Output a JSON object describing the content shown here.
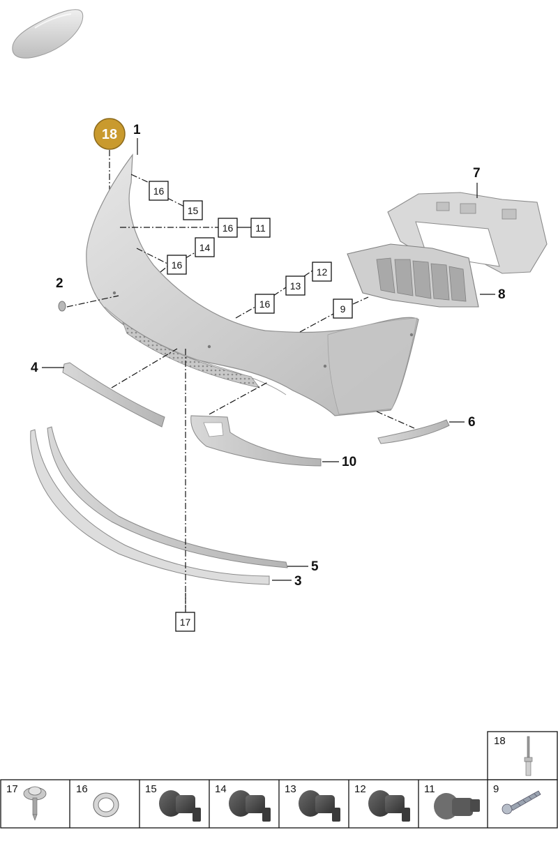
{
  "badge": {
    "label": "18",
    "color": "#c99a2e"
  },
  "callouts": [
    {
      "id": "callout-1",
      "label": "1"
    },
    {
      "id": "callout-2",
      "label": "2"
    },
    {
      "id": "callout-3",
      "label": "3"
    },
    {
      "id": "callout-4",
      "label": "4"
    },
    {
      "id": "callout-5",
      "label": "5"
    },
    {
      "id": "callout-6",
      "label": "6"
    },
    {
      "id": "callout-7",
      "label": "7"
    },
    {
      "id": "callout-8",
      "label": "8"
    },
    {
      "id": "callout-10",
      "label": "10"
    }
  ],
  "ref_boxes": [
    {
      "id": "ref-16-a",
      "label": "16"
    },
    {
      "id": "ref-15",
      "label": "15"
    },
    {
      "id": "ref-16-b",
      "label": "16"
    },
    {
      "id": "ref-11",
      "label": "11"
    },
    {
      "id": "ref-14",
      "label": "14"
    },
    {
      "id": "ref-16-c",
      "label": "16"
    },
    {
      "id": "ref-12",
      "label": "12"
    },
    {
      "id": "ref-13",
      "label": "13"
    },
    {
      "id": "ref-16-d",
      "label": "16"
    },
    {
      "id": "ref-9",
      "label": "9"
    },
    {
      "id": "ref-17",
      "label": "17"
    }
  ],
  "parts_table": [
    {
      "label": "17",
      "icon": "screw-washer-icon"
    },
    {
      "label": "16",
      "icon": "sensor-ring-icon"
    },
    {
      "label": "15",
      "icon": "parking-sensor-icon"
    },
    {
      "label": "14",
      "icon": "parking-sensor-icon"
    },
    {
      "label": "13",
      "icon": "parking-sensor-icon"
    },
    {
      "label": "12",
      "icon": "parking-sensor-icon"
    },
    {
      "label": "11",
      "icon": "parking-sensor-icon"
    },
    {
      "label": "9",
      "icon": "screw-icon"
    }
  ],
  "parts_table_top": {
    "label": "18",
    "icon": "rivet-icon"
  }
}
